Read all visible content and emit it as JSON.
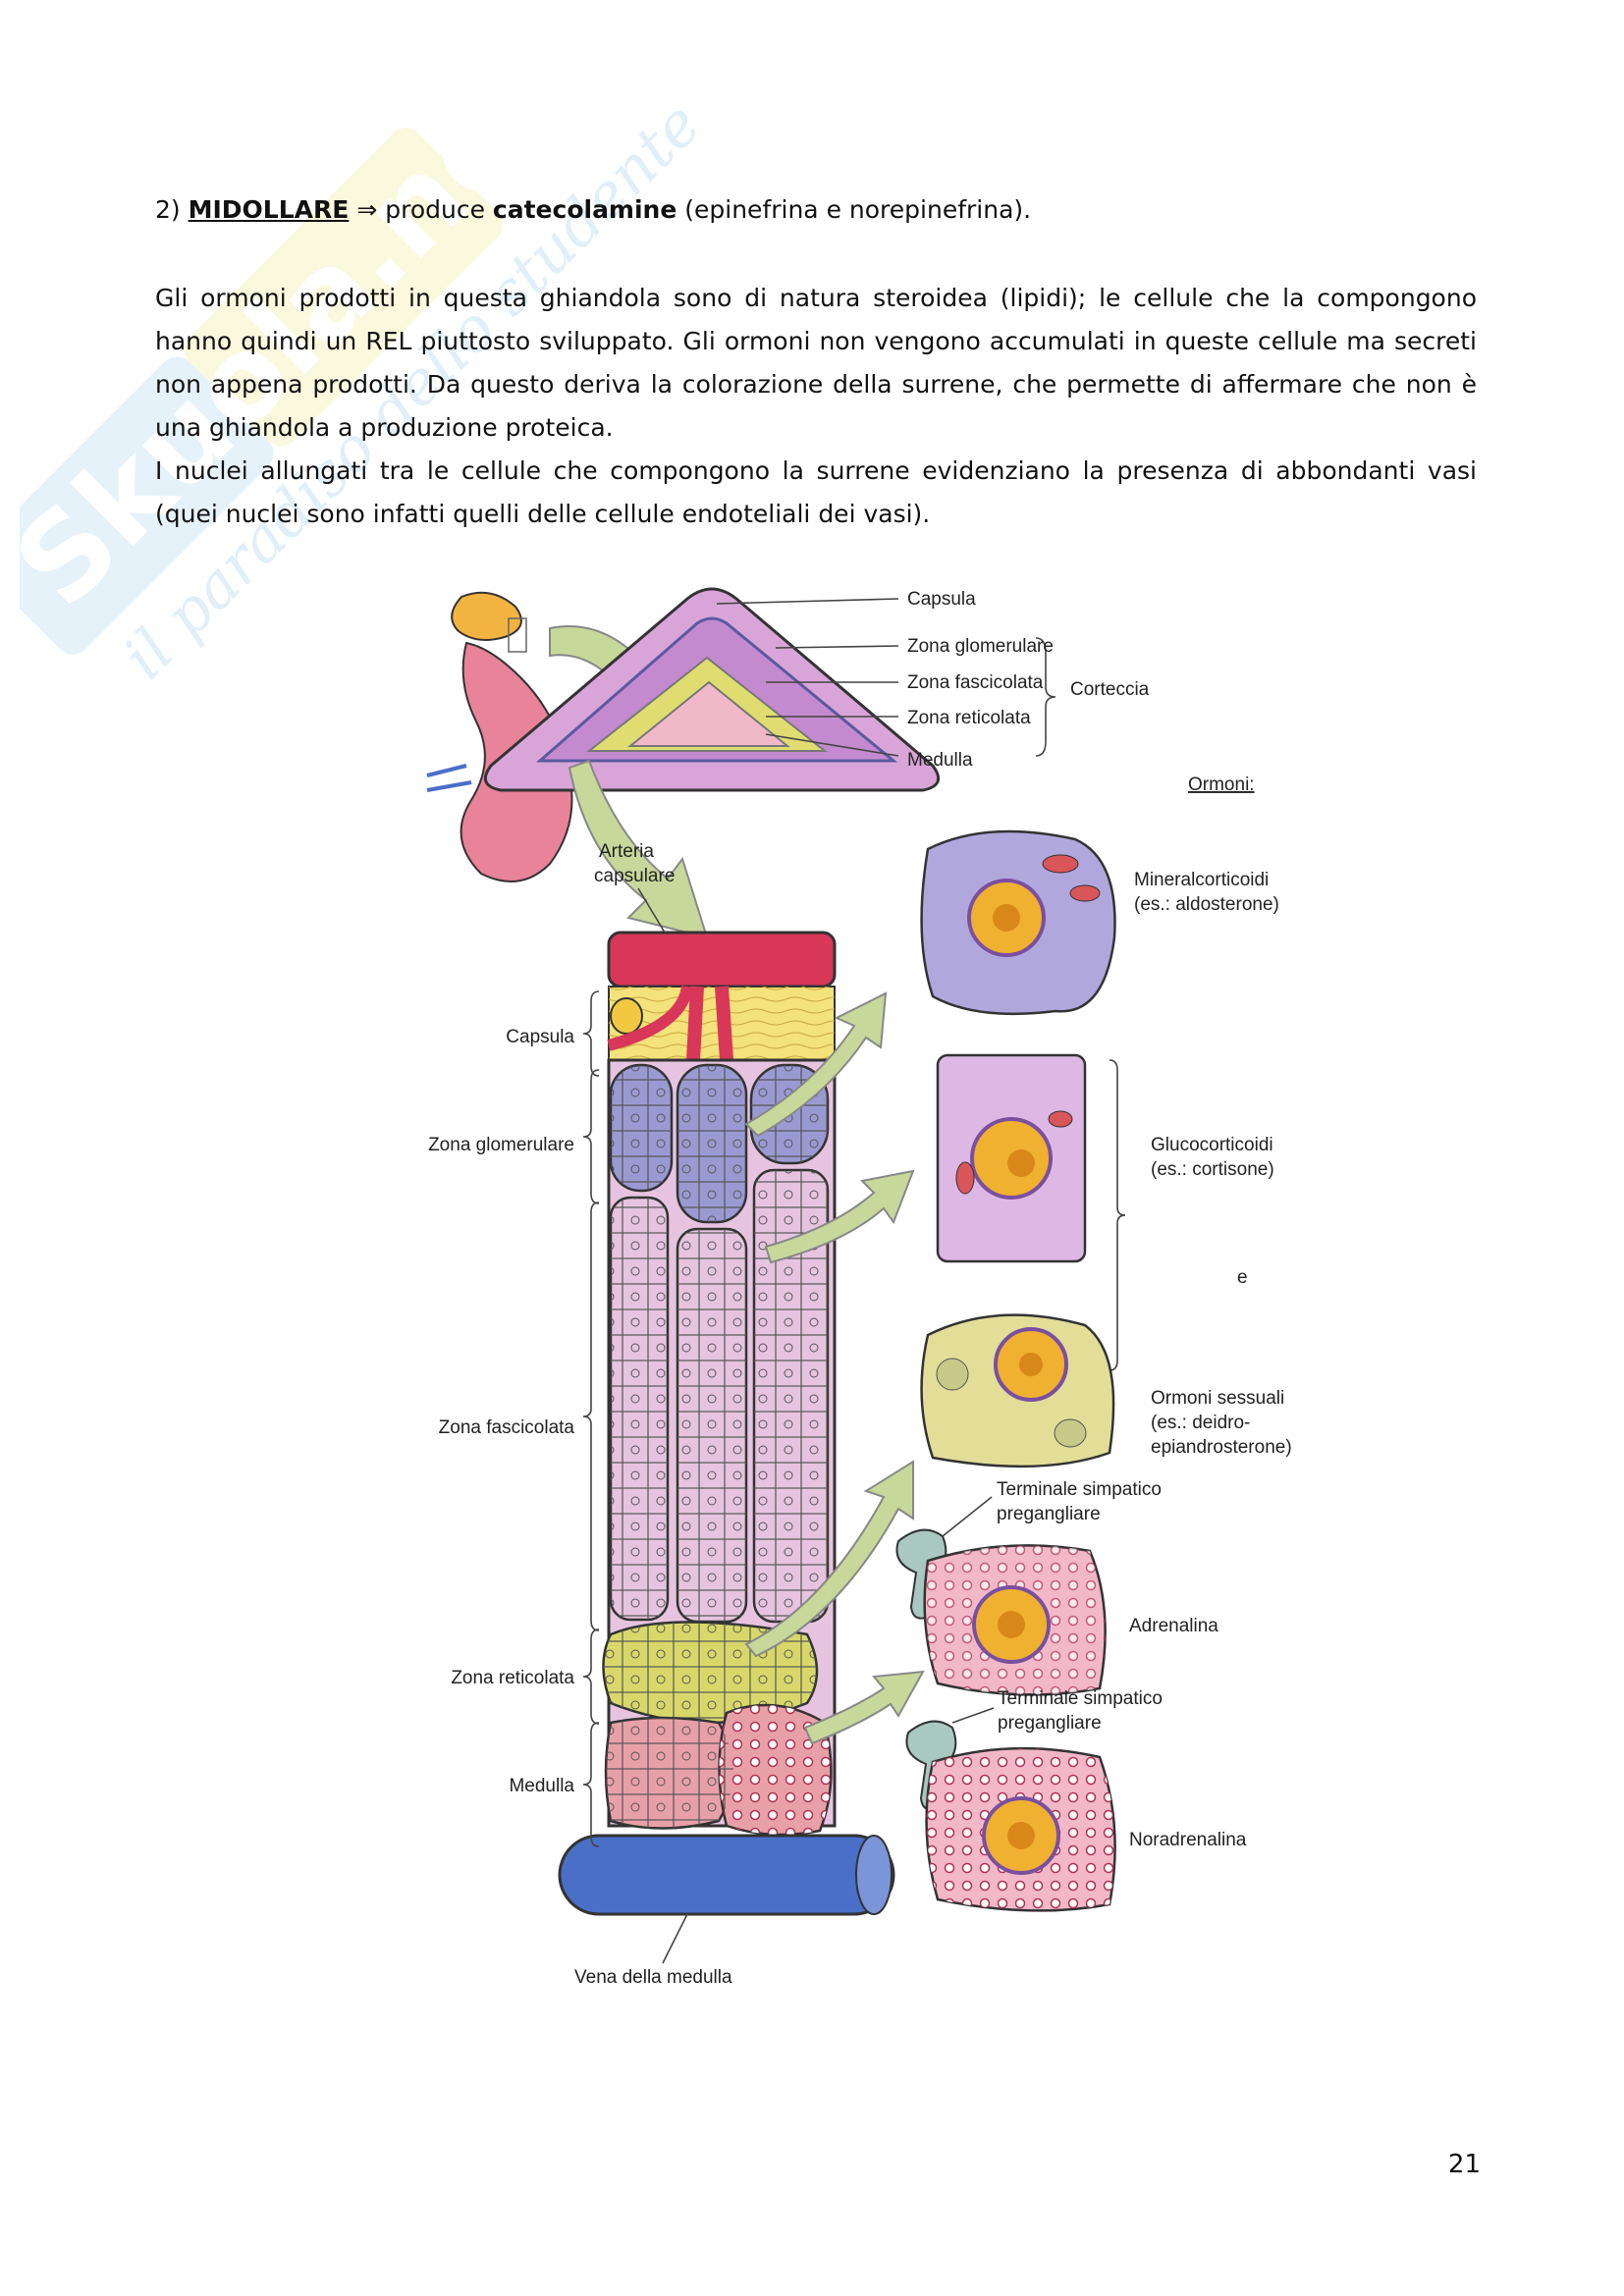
{
  "heading": {
    "number": "2)",
    "term": "MIDOLLARE",
    "arrow": "⇒",
    "verb": "produce",
    "product": "catecolamine",
    "detail": "(epinefrina e norepinefrina)."
  },
  "paragraphs": [
    "Gli ormoni prodotti in questa ghiandola sono di natura steroidea (lipidi); le cellule che la compongono hanno quindi un REL piuttosto sviluppato. Gli ormoni non vengono accumulati in queste cellule ma secreti non appena prodotti. Da questo deriva la colorazione della surrene, che permette di affermare che non è una ghiandola a produzione proteica.",
    "I nuclei allungati tra le cellule che compongono la surrene evidenziano la presenza di abbondanti vasi (quei nuclei sono infatti quelli delle cellule endoteliali dei vasi)."
  ],
  "figure": {
    "top_labels": {
      "capsula": "Capsula",
      "zona_glomerulare": "Zona glomerulare",
      "zona_fascicolata": "Zona fascicolata",
      "zona_reticolata": "Zona reticolata",
      "medulla": "Medulla",
      "corteccia": "Corteccia"
    },
    "ormoni_title": "Ormoni:",
    "arteria": [
      "Arteria",
      "capsulare"
    ],
    "left_labels": {
      "capsula": "Capsula",
      "zona_glomerulare": "Zona glomerulare",
      "zona_fascicolata": "Zona fascicolata",
      "zona_reticolata": "Zona reticolata",
      "medulla": "Medulla"
    },
    "vena": "Vena della medulla",
    "hormones": {
      "mineral": [
        "Mineralcorticoidi",
        "(es.: aldosterone)"
      ],
      "gluco": [
        "Glucocorticoidi",
        "(es.: cortisone)"
      ],
      "e": "e",
      "sessuali": [
        "Ormoni sessuali",
        "(es.: deidro-",
        "epiandrosterone)"
      ],
      "terminale1": [
        "Terminale simpatico",
        "pregangliare"
      ],
      "adrenalina": "Adrenalina",
      "terminale2": [
        "Terminale simpatico",
        "pregangliare"
      ],
      "noradrenalina": "Noradrenalina"
    },
    "colors": {
      "capsule_yellow": "#f4e27a",
      "glomerular_blue": "#9a9ad2",
      "fascicular_pink": "#e6c4e0",
      "reticular_olive": "#d8d86a",
      "medulla_pink": "#e8a0a8",
      "artery_red": "#d8375a",
      "vein_blue": "#4a6fc8",
      "arrow_green": "#c8d89a",
      "nucleus_orange": "#f0b030"
    }
  },
  "page_number": "21",
  "watermark": {
    "brand": "Skuola.net",
    "tagline": "il paradiso dello studente"
  }
}
